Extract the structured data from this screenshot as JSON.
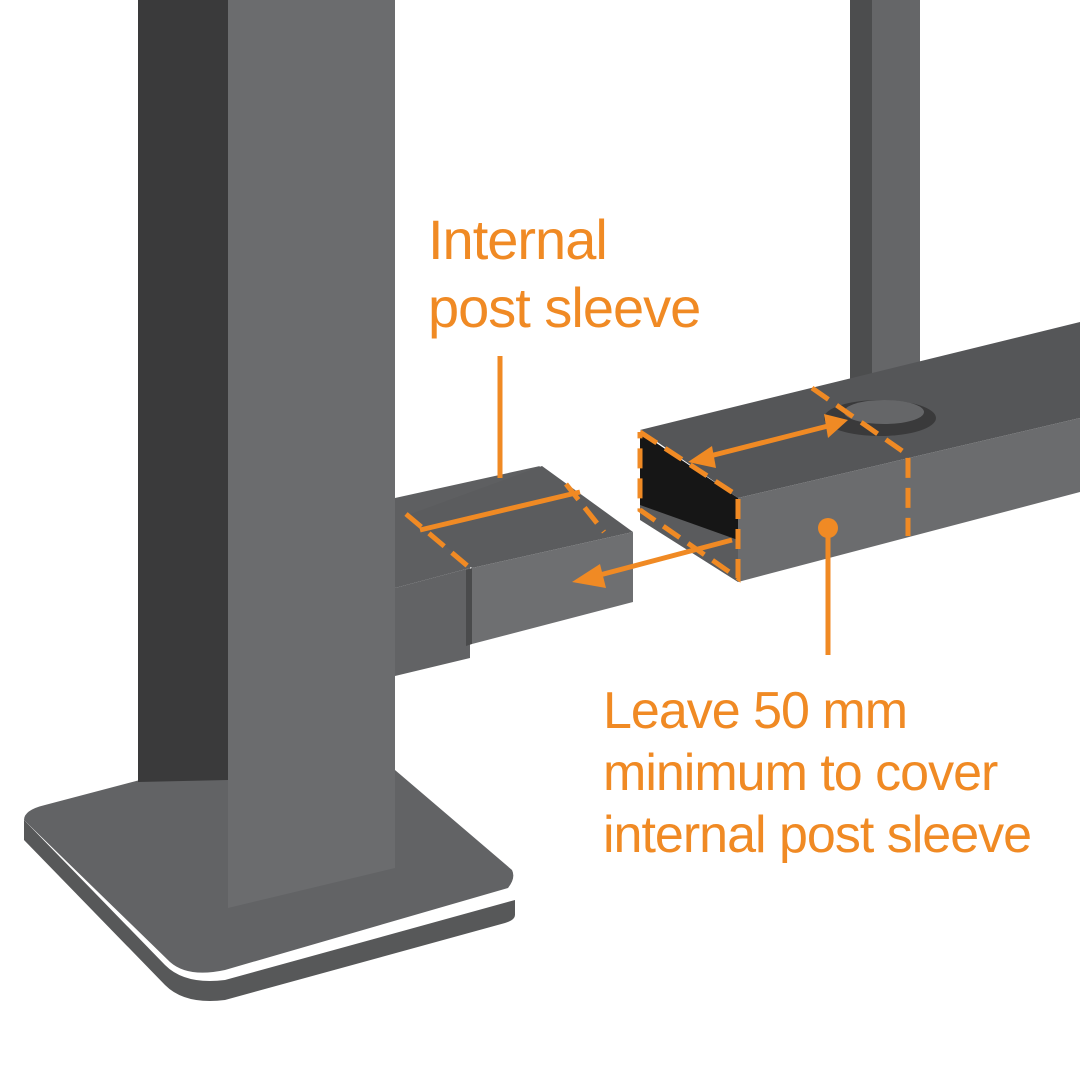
{
  "labels": {
    "internal_sleeve": {
      "line1": "Internal",
      "line2": "post sleeve"
    },
    "leave_minimum": {
      "line1": "Leave 50 mm",
      "line2": "minimum to cover",
      "line3": "internal post sleeve"
    }
  },
  "colors": {
    "accent": "#f08a24",
    "metal_front": "#6d6e70",
    "metal_top": "#5f6062",
    "metal_dark": "#3c3c3d",
    "metal_mid": "#58595b",
    "background": "#ffffff"
  }
}
